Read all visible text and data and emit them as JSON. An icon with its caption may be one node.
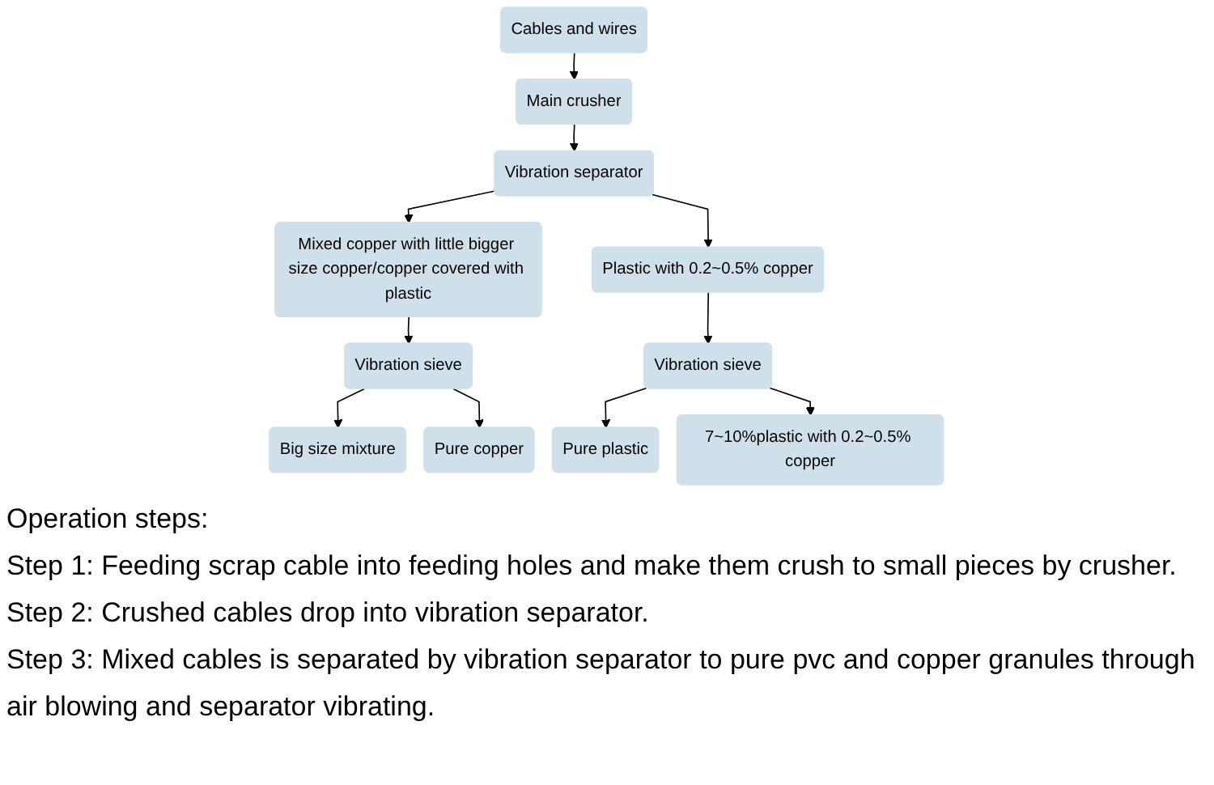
{
  "diagram": {
    "nodes": [
      {
        "text": [
          "Cables and wires"
        ]
      },
      {
        "text": [
          "Big size mixture"
        ]
      },
      {
        "text": [
          "Pure copper"
        ]
      },
      {
        "text": [
          "Main crusher"
        ]
      },
      {
        "text": [
          "Pure plastic"
        ]
      },
      {
        "text": [
          "7~10%plastic with 0.2~0.5% copper"
        ]
      },
      {
        "text": [
          "Vibration sieve"
        ]
      },
      {
        "text": [
          "Vibration separator"
        ]
      },
      {
        "text": [
          "Vibration sieve"
        ]
      },
      {
        "text": [
          "Mixed copper with little bigger size copper/copper covered with plastic"
        ]
      },
      {
        "text": [
          "Plastic with 0.2~0.5% copper"
        ]
      }
    ],
    "edges": [
      {
        "from": 0,
        "to": 3,
        "arrow": "to"
      },
      {
        "from": 3,
        "to": 7,
        "arrow": "to"
      },
      {
        "from": 7,
        "to": 9,
        "arrow": "to"
      },
      {
        "from": 7,
        "to": 10,
        "arrow": "to"
      },
      {
        "from": 9,
        "to": 6,
        "arrow": "to"
      },
      {
        "from": 6,
        "to": 1,
        "arrow": "to"
      },
      {
        "from": 6,
        "to": 2,
        "arrow": "to"
      },
      {
        "from": 10,
        "to": 8,
        "arrow": "to"
      },
      {
        "from": 8,
        "to": 4,
        "arrow": "to"
      },
      {
        "from": 8,
        "to": 5,
        "arrow": "to"
      }
    ],
    "labels": [
      "Operation steps:",
      "Step 1: Feeding scrap cable into feeding holes and make them crush to small pieces by crusher.",
      "Step 2: Crushed cables drop into vibration separator.",
      "Step 3: Mixed cables is separated by vibration separator to pure pvc and copper granules through air blowing and separator vibrating."
    ]
  }
}
